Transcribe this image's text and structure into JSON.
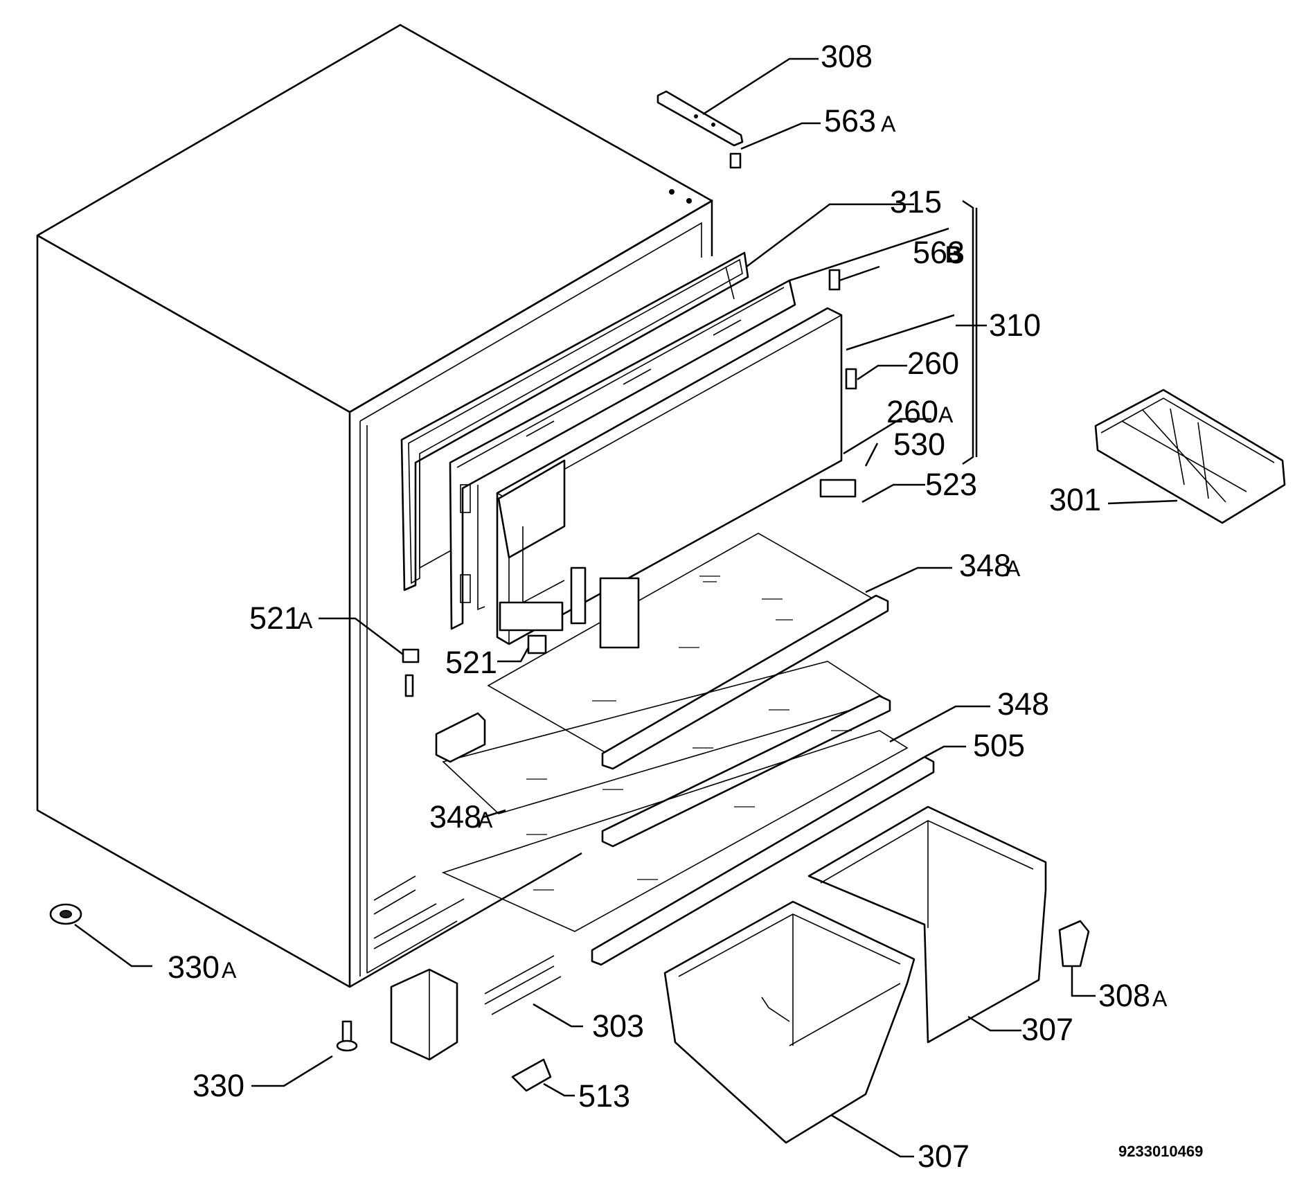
{
  "labels": {
    "l308": "308",
    "l563a_num": "563",
    "l563a_suf": "A",
    "l315": "315",
    "l563b_num": "563",
    "l563b_suf": "B",
    "l310": "310",
    "l260": "260",
    "l260a_num": "260",
    "l260a_suf": "A",
    "l530": "530",
    "l523": "523",
    "l301": "301",
    "l348a_top_num": "348",
    "l348a_top_suf": "A",
    "l521a_num": "521",
    "l521a_suf": "A",
    "l521": "521",
    "l348": "348",
    "l505": "505",
    "l348a_mid_num": "348",
    "l348a_mid_suf": "A",
    "l330a_num": "330",
    "l330a_suf": "A",
    "l308a_num": "308",
    "l308a_suf": "A",
    "l303": "303",
    "l307_right": "307",
    "l330": "330",
    "l513": "513",
    "l307_bottom": "307"
  },
  "drawing_number": "9233010469"
}
